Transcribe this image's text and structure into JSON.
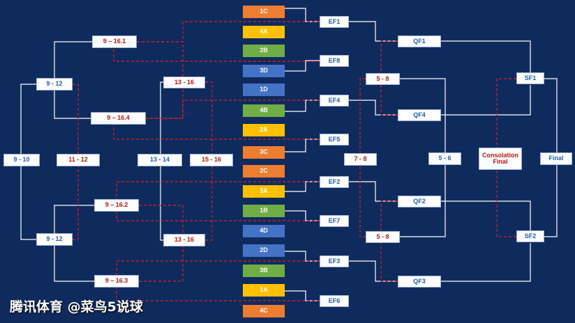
{
  "colors": {
    "background": "#0f2a5c",
    "orange": "#ed7d31",
    "yellow": "#ffc000",
    "green": "#70ad47",
    "blue": "#4472c4",
    "solid_line": "#ffffff",
    "dashed_line": "#e02020",
    "blue_text": "#1f5fb0",
    "red_text": "#c81414"
  },
  "teams": [
    {
      "label": "1C",
      "color": "orange"
    },
    {
      "label": "4A",
      "color": "yellow"
    },
    {
      "label": "2B",
      "color": "green"
    },
    {
      "label": "3D",
      "color": "blue"
    },
    {
      "label": "1D",
      "color": "blue"
    },
    {
      "label": "4B",
      "color": "green"
    },
    {
      "label": "2A",
      "color": "yellow"
    },
    {
      "label": "3C",
      "color": "orange"
    },
    {
      "label": "2C",
      "color": "orange"
    },
    {
      "label": "3A",
      "color": "yellow"
    },
    {
      "label": "1B",
      "color": "green"
    },
    {
      "label": "4D",
      "color": "blue"
    },
    {
      "label": "2D",
      "color": "blue"
    },
    {
      "label": "3B",
      "color": "green"
    },
    {
      "label": "1A",
      "color": "yellow"
    },
    {
      "label": "4C",
      "color": "orange"
    }
  ],
  "eighth_finals": [
    "EF1",
    "EF8",
    "EF4",
    "EF5",
    "EF2",
    "EF7",
    "EF3",
    "EF6"
  ],
  "quarter_finals": [
    "QF1",
    "QF4",
    "QF2",
    "QF3"
  ],
  "semi_finals": [
    "SF1",
    "SF2"
  ],
  "final": "Final",
  "consolation_final": "Consolation Final",
  "placement_5_8": [
    "5 - 8",
    "5 - 8"
  ],
  "placement_7_8": "7 - 8",
  "placement_5_6": "5 - 6",
  "placement_9_16": [
    "9 – 16.1",
    "9 – 16.4",
    "9 – 16.2",
    "9 – 16.3"
  ],
  "placement_13_16": [
    "13 - 16",
    "13 - 16"
  ],
  "placement_13_14": "13 - 14",
  "placement_15_16": "15 - 16",
  "placement_9_12": [
    "9 - 12",
    "9 - 12"
  ],
  "placement_9_10": "9 - 10",
  "placement_11_12": "11 - 12",
  "watermark": "腾讯体育 @菜鸟5说球"
}
